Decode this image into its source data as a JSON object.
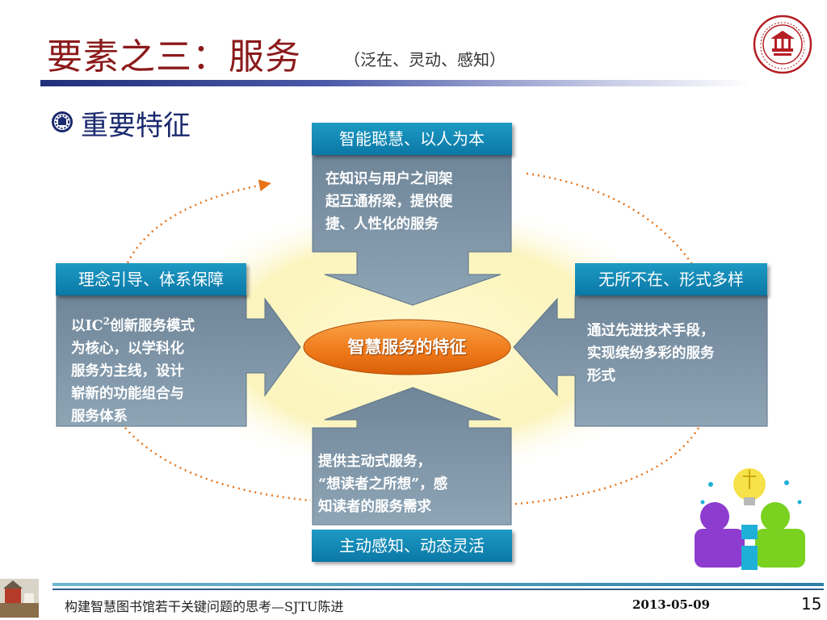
{
  "header": {
    "title": "要素之三：服务",
    "subtitle": "（泛在、灵动、感知）"
  },
  "section": {
    "heading": "重要特征"
  },
  "diagram": {
    "center_label": "智慧服务的特征",
    "top": {
      "header": "智能聪慧、以人为本",
      "lines": [
        "在知识与用户之间架",
        "起互通桥梁，提供便",
        "捷、人性化的服务"
      ]
    },
    "left": {
      "header": "理念引导、体系保障",
      "line1_prefix": "以IC",
      "line1_sup": "2",
      "line1_suffix": "创新服务模式",
      "lines": [
        "为核心，以学科化",
        "服务为主线，设计",
        "崭新的功能组合与",
        "服务体系"
      ]
    },
    "right": {
      "header": "无所不在、形式多样",
      "lines": [
        "通过先进技术手段，",
        "实现缤纷多彩的服务",
        "形式"
      ]
    },
    "bottom": {
      "header": "主动感知、动态灵活",
      "lines": [
        "提供主动式服务，",
        "“想读者之所想”，感",
        "知读者的服务需求"
      ]
    },
    "colors": {
      "header_blue": "#0b78a6",
      "panel_gray": "#7f95a8",
      "center_orange": "#f07b1c",
      "dotted_orange": "#e8741a",
      "glow_yellow": "#fbf6c4"
    }
  },
  "logo": {
    "icon": "university-seal-icon",
    "text": "SHANGHAI JIAO TONG UNIVERSITY"
  },
  "footer": {
    "text": "构建智慧图书馆若干关键问题的思考—SJTU陈进",
    "date": "2013-05-09",
    "page": "15"
  }
}
